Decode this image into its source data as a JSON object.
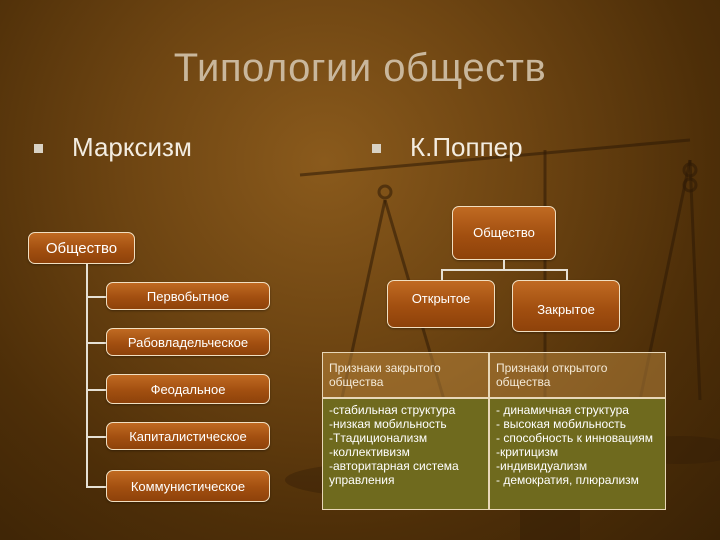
{
  "title": "Типологии обществ",
  "bullets": {
    "left": "Марксизм",
    "right": "К.Поппер"
  },
  "marxism": {
    "root": "Общество",
    "stages": [
      "Первобытное",
      "Рабовладельческое",
      "Феодальное",
      "Капиталистическое",
      "Коммунистическое"
    ]
  },
  "popper": {
    "root": "Общество",
    "open": "Открытое",
    "closed": "Закрытое"
  },
  "table": {
    "headers": [
      "Признаки закрытого общества",
      "Признаки открытого общества"
    ],
    "closed_traits": [
      "-стабильная структура",
      "-низкая мобильность",
      "-Ттадиционализм",
      "-коллективизм",
      "-авторитарная система",
      "управления"
    ],
    "open_traits": [
      "- динамичная структура",
      "- высокая мобильность",
      "- способность к инновациям",
      "-критицизм",
      "-индивидуализм",
      "- демократия, плюрализм"
    ]
  },
  "colors": {
    "box": "#a24f10",
    "table_body": "#6f6a1e",
    "title": "#c9b79c"
  }
}
